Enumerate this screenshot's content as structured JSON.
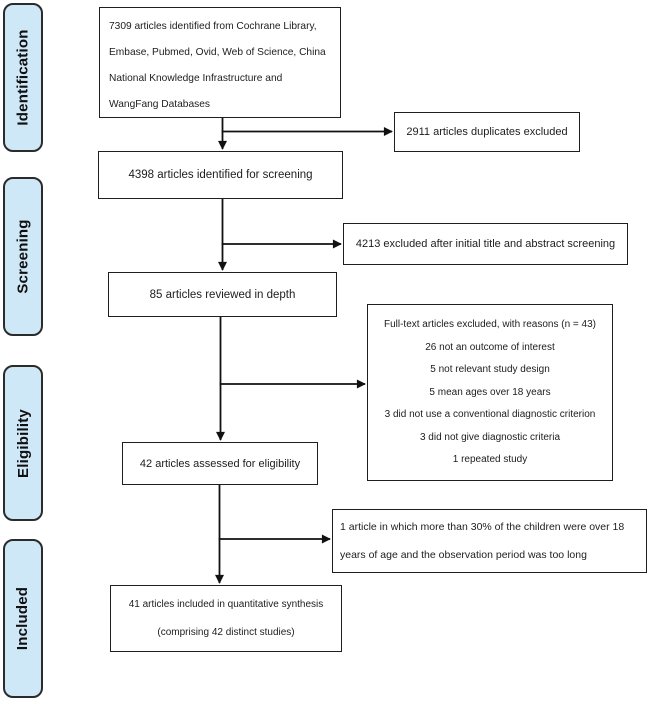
{
  "stages": [
    {
      "id": "identification",
      "label": "Identification"
    },
    {
      "id": "screening",
      "label": "Screening"
    },
    {
      "id": "eligibility",
      "label": "Eligibility"
    },
    {
      "id": "included",
      "label": "Included"
    }
  ],
  "boxes": {
    "identified": {
      "lines": [
        "7309 articles identified from Cochrane Library,",
        "Embase, Pubmed, Ovid, Web of Science, China",
        "National Knowledge Infrastructure and",
        "WangFang Databases"
      ]
    },
    "duplicates_excluded": {
      "text": "2911 articles duplicates excluded"
    },
    "screening_pool": {
      "text": "4398 articles identified for screening"
    },
    "title_abstract_excluded": {
      "text": "4213 excluded after initial title and abstract screening"
    },
    "reviewed_in_depth": {
      "text": "85 articles reviewed in depth"
    },
    "fulltext_excluded": {
      "title": "Full-text articles excluded, with reasons (n = 43)",
      "reasons": [
        "26 not an outcome of interest",
        "5 not relevant study design",
        "5 mean ages over 18 years",
        "3 did not use a conventional diagnostic criterion",
        "3 did not give diagnostic criteria",
        "1 repeated study"
      ]
    },
    "assessed_eligibility": {
      "text": "42 articles assessed for eligibility"
    },
    "age_observation_excluded": {
      "lines": [
        "1 article in which more than 30% of the children were over 18",
        "years of age and the observation period was too long"
      ]
    },
    "included_synthesis": {
      "lines": [
        "41 articles included in quantitative synthesis",
        "(comprising 42 distinct studies)"
      ]
    }
  },
  "colors": {
    "stage-fill": "#cee8f8",
    "stage-border": "#2b2b2b",
    "box-border": "#1f1f1f",
    "arrow": "#111111",
    "text": "#1d1d1d",
    "background": "#ffffff"
  }
}
